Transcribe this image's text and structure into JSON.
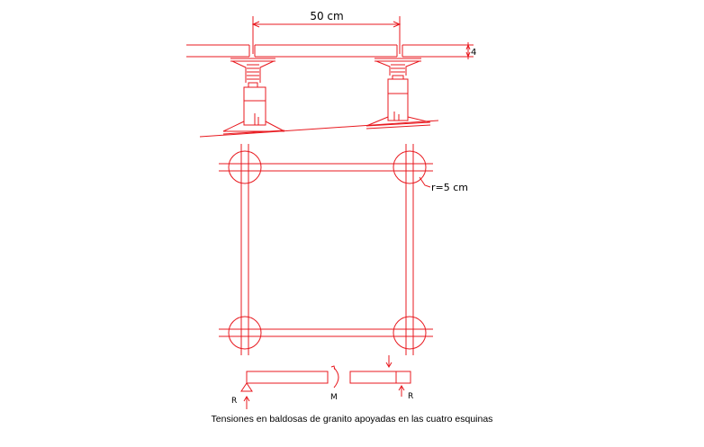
{
  "colors": {
    "line": "#e8191f",
    "text": "#000000",
    "background": "#ffffff"
  },
  "labels": {
    "span": "50 cm",
    "thickness": "4",
    "radius": "r=5 cm",
    "support_left": "R",
    "moment": "M",
    "support_right": "R"
  },
  "caption": "Tensiones en baldosas de granito apoyadas en las cuatro esquinas"
}
